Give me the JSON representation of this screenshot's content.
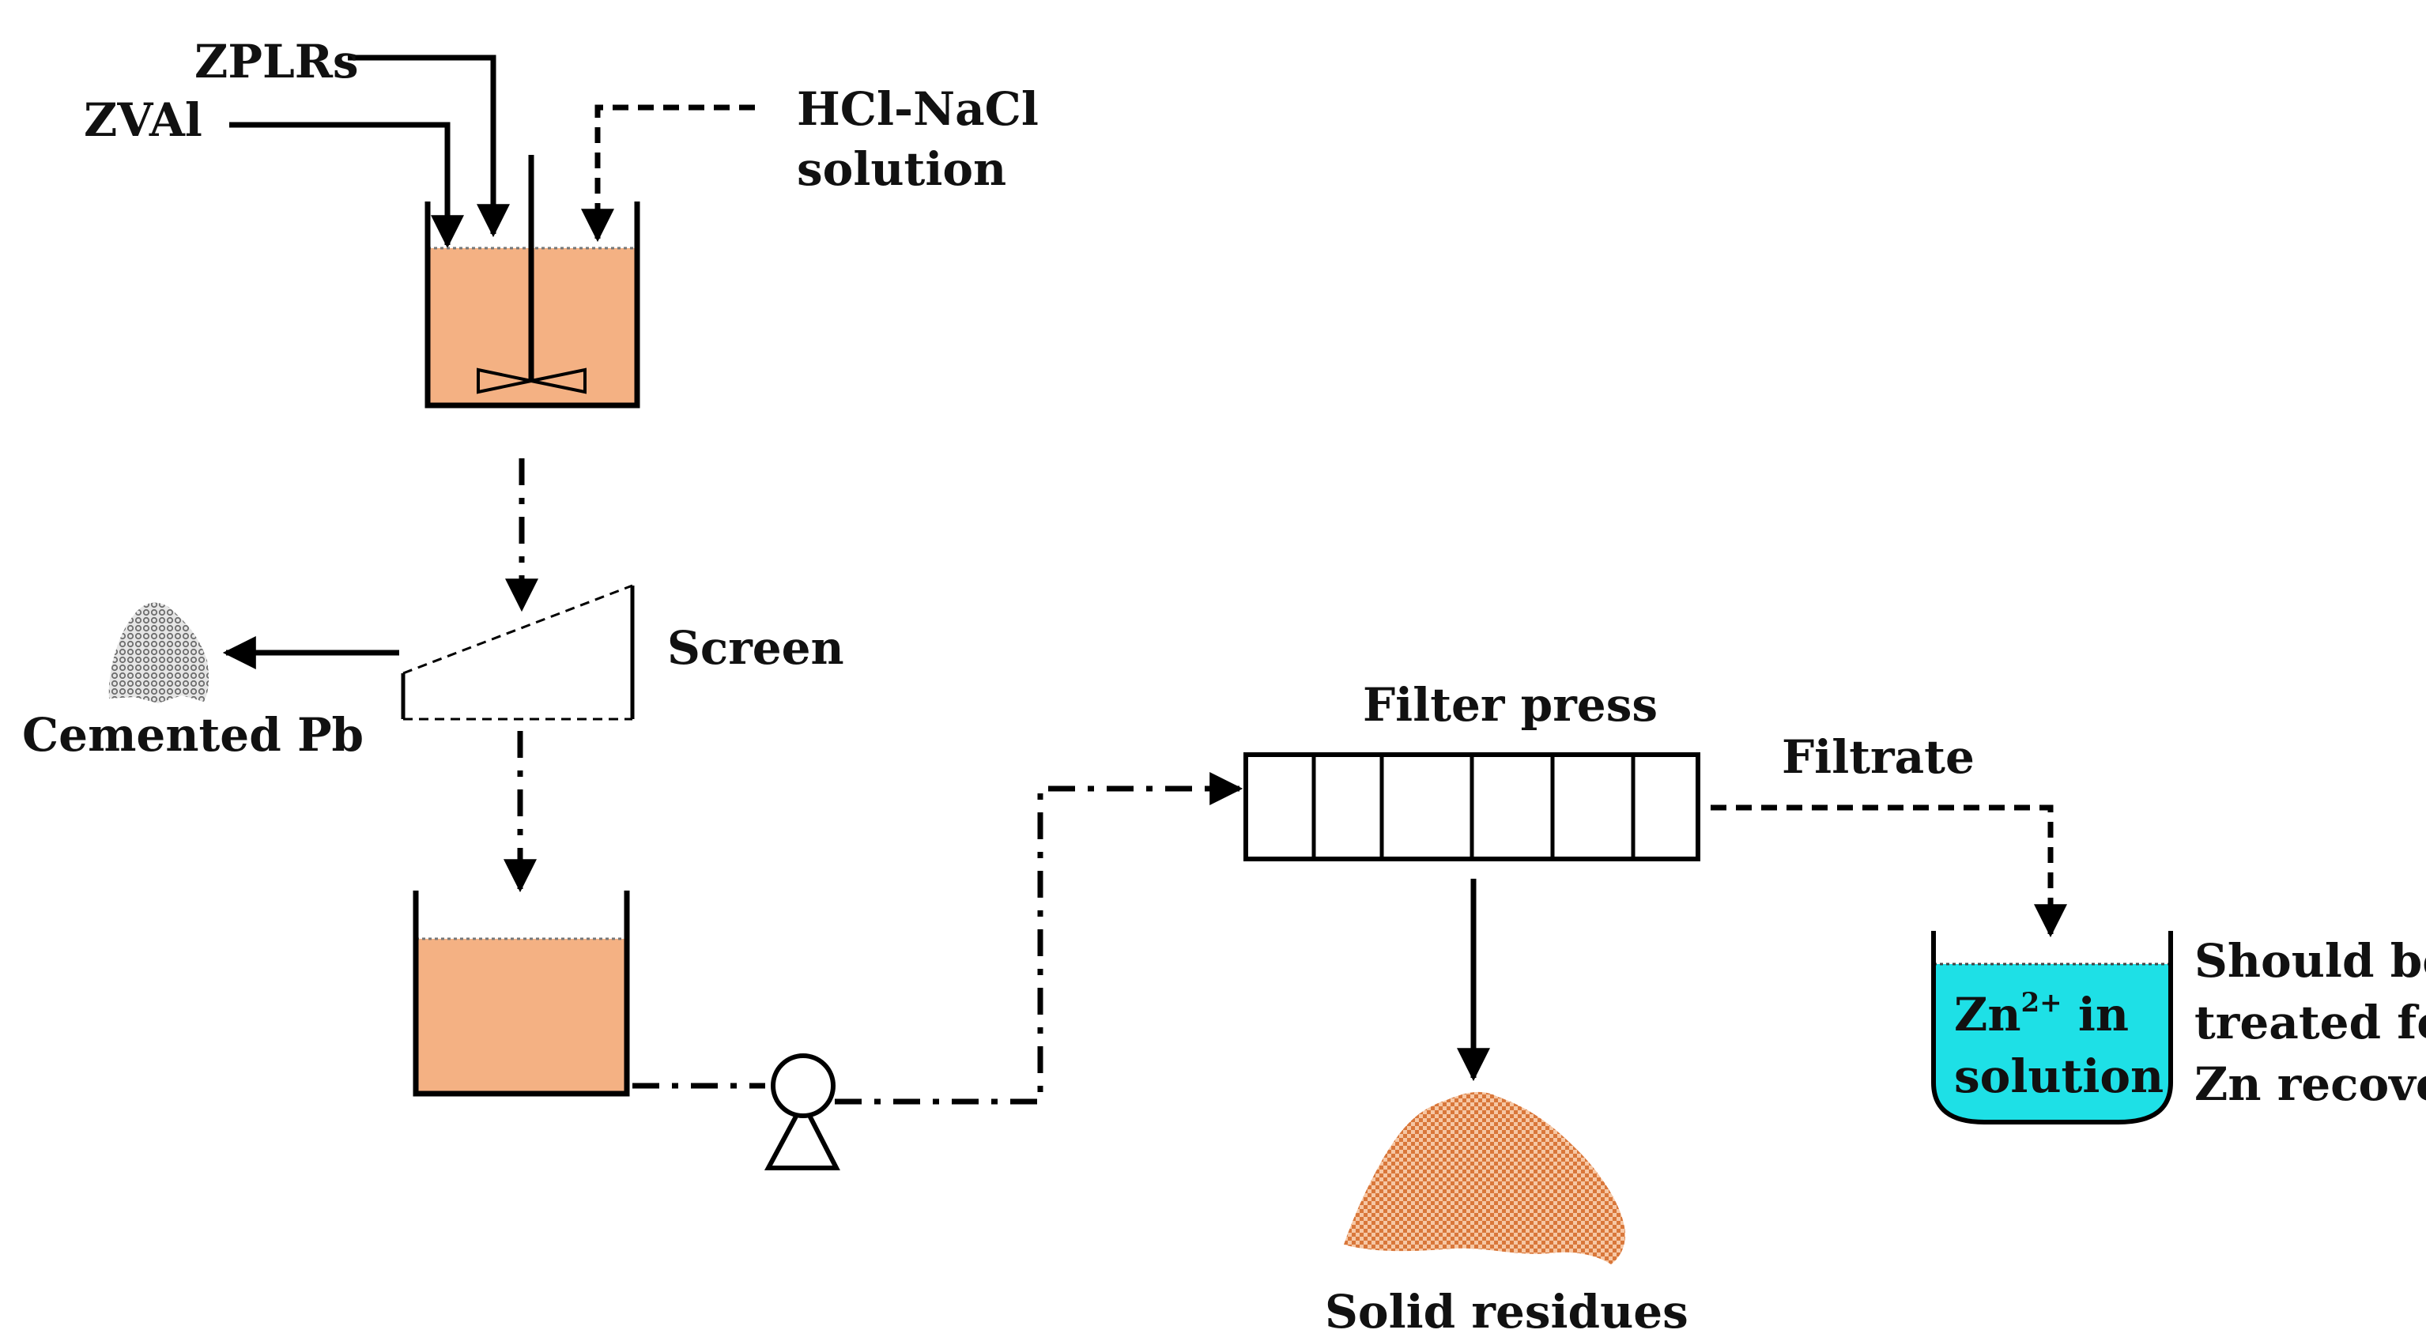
{
  "inputs": {
    "zplrs": "ZPLRs",
    "zval": "ZVAl",
    "hcl_line1": "HCl-NaCl",
    "hcl_line2": "solution"
  },
  "screen_label": "Screen",
  "cemented_label": "Cemented Pb",
  "filter_press_label": "Filter press",
  "filtrate_label": "Filtrate",
  "solid_residues_label": "Solid residues",
  "zn_tank": {
    "line1_base": "Zn",
    "line1_sup": "2+",
    "line1_rest": " in",
    "line2": "solution"
  },
  "note": {
    "line1": "Should be",
    "line2": "treated for",
    "line3": "Zn recovery"
  },
  "colors": {
    "slurry": "#f4b183",
    "zn_solution": "#1ee0e6",
    "residue": "#d9773a",
    "cemented": "#8c8c8c",
    "ink": "#000000"
  }
}
